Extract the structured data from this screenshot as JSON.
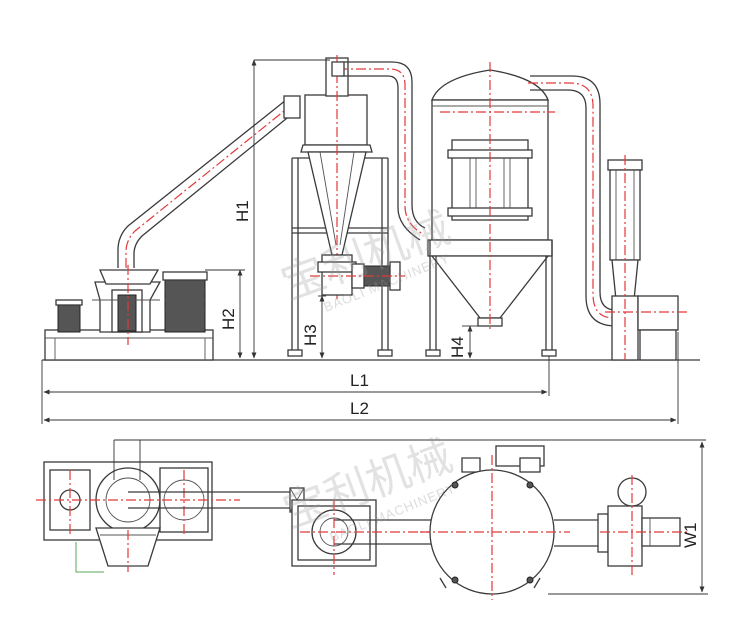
{
  "labels": {
    "H1": "H1",
    "H2": "H2",
    "H3": "H3",
    "H4": "H4",
    "L1": "L1",
    "L2": "L2",
    "W1": "W1"
  },
  "watermark": {
    "chinese": "宝利机械",
    "english": "BAOLI MACHINERY"
  },
  "colors": {
    "line": "#3a3a3a",
    "centerline": "#e23a3a",
    "dimension": "#333333"
  }
}
